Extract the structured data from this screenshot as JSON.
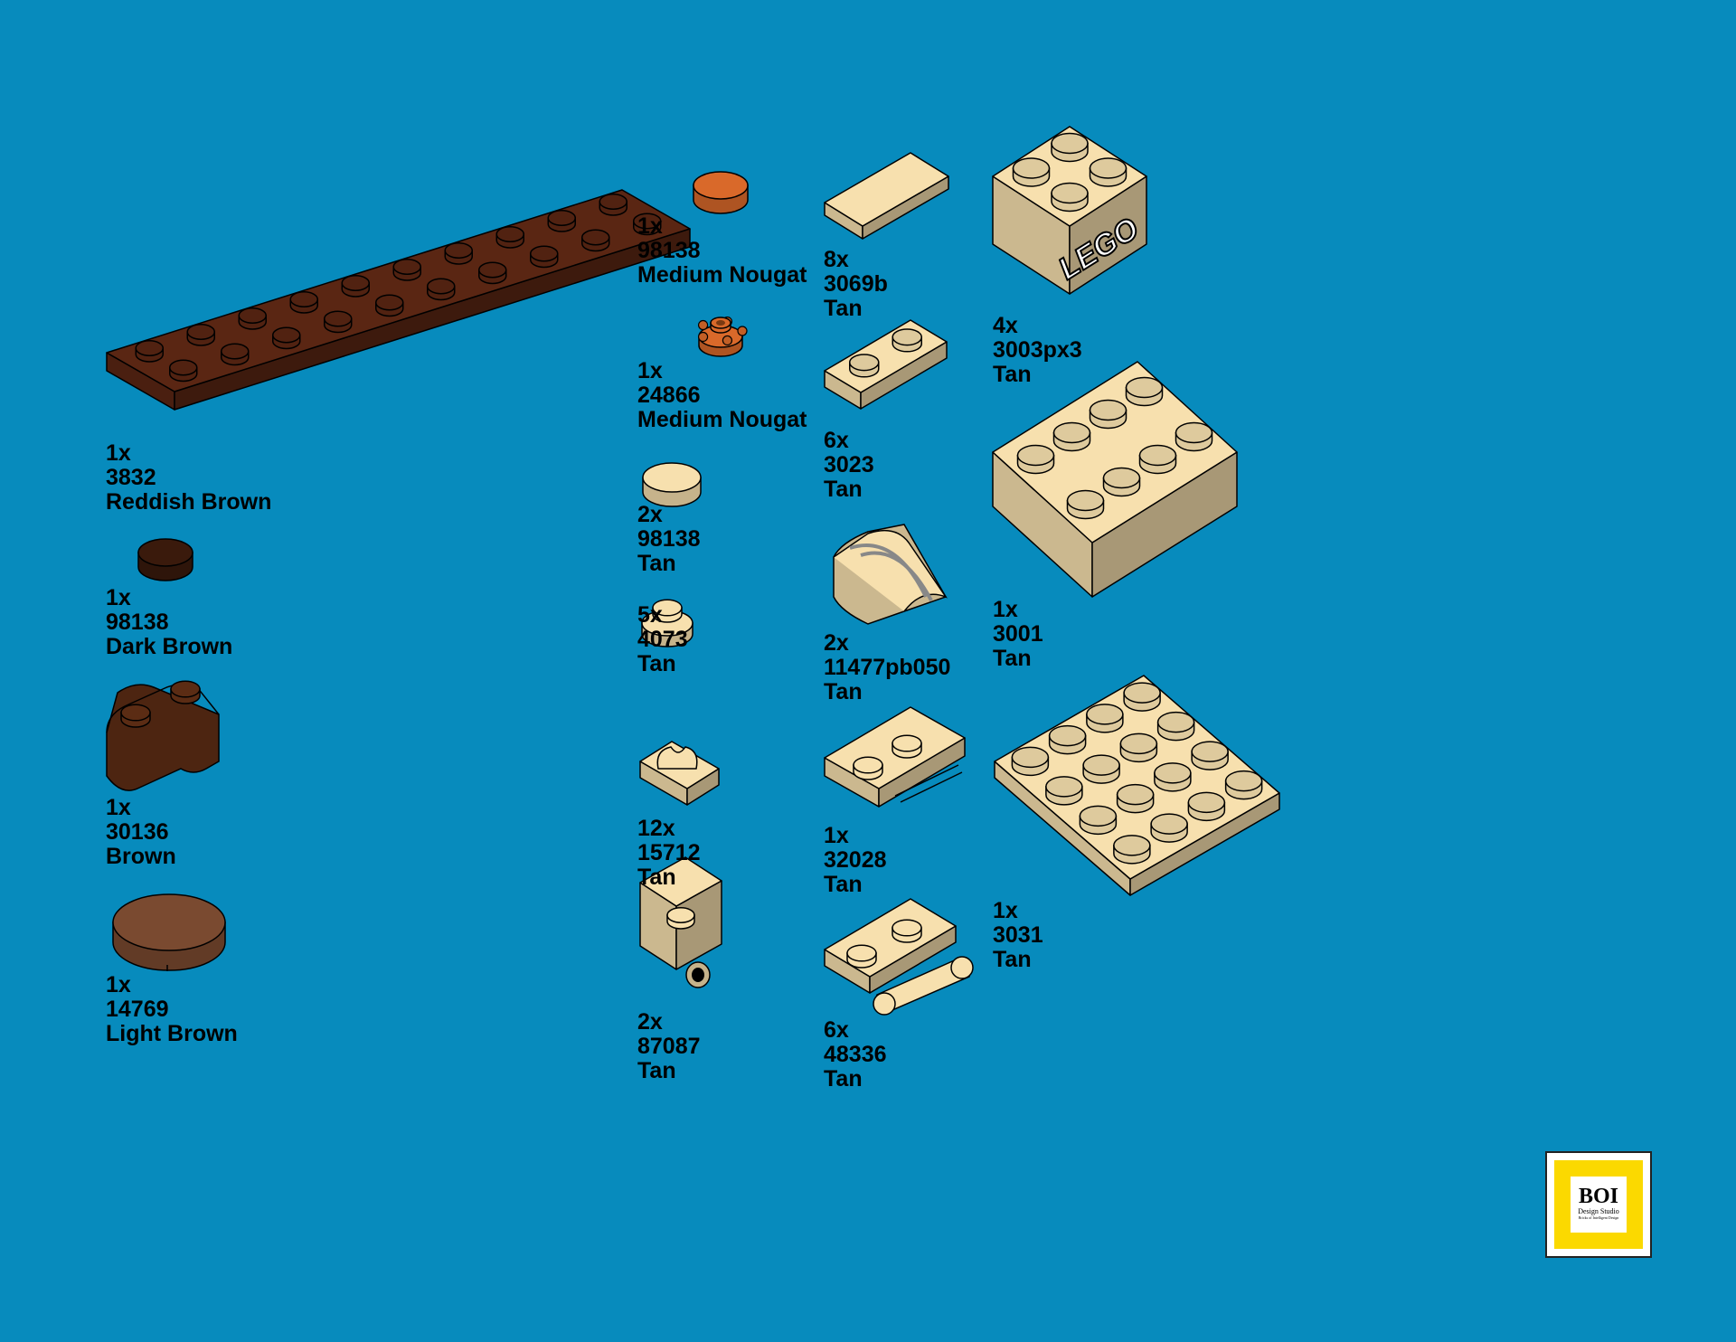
{
  "parts": [
    {
      "id": "p3832",
      "qty": "1x",
      "part": "3832",
      "color": "Reddish Brown",
      "swatch": "#5a2613",
      "icon": "plate-2x10-icon"
    },
    {
      "id": "p98138db",
      "qty": "1x",
      "part": "98138",
      "color": "Dark Brown",
      "swatch": "#3a1a0c",
      "icon": "round-tile-icon"
    },
    {
      "id": "p30136",
      "qty": "1x",
      "part": "30136",
      "color": "Brown",
      "swatch": "#5b2c14",
      "icon": "log-brick-icon"
    },
    {
      "id": "p14769",
      "qty": "1x",
      "part": "14769",
      "color": "Light Brown",
      "swatch": "#7a4a30",
      "icon": "round-tile-2x2-icon"
    },
    {
      "id": "p98138mn",
      "qty": "1x",
      "part": "98138",
      "color": "Medium Nougat",
      "swatch": "#d9692a",
      "icon": "round-tile-icon"
    },
    {
      "id": "p24866",
      "qty": "1x",
      "part": "24866",
      "color": "Medium Nougat",
      "swatch": "#d9692a",
      "icon": "flower-plate-icon"
    },
    {
      "id": "p98138tan",
      "qty": "2x",
      "part": "98138",
      "color": "Tan",
      "swatch": "#f7e0ae",
      "icon": "round-tile-icon"
    },
    {
      "id": "p4073",
      "qty": "5x",
      "part": "4073",
      "color": "Tan",
      "swatch": "#f7e0ae",
      "icon": "round-plate-icon"
    },
    {
      "id": "p15712",
      "qty": "12x",
      "part": "15712",
      "color": "Tan",
      "swatch": "#f7e0ae",
      "icon": "clip-tile-icon"
    },
    {
      "id": "p87087",
      "qty": "2x",
      "part": "87087",
      "color": "Tan",
      "swatch": "#f7e0ae",
      "icon": "brick-side-stud-icon"
    },
    {
      "id": "p3069b",
      "qty": "8x",
      "part": "3069b",
      "color": "Tan",
      "swatch": "#f7e0ae",
      "icon": "tile-1x2-icon"
    },
    {
      "id": "p3023",
      "qty": "6x",
      "part": "3023",
      "color": "Tan",
      "swatch": "#f7e0ae",
      "icon": "plate-1x2-icon"
    },
    {
      "id": "p11477pb050",
      "qty": "2x",
      "part": "11477pb050",
      "color": "Tan",
      "swatch": "#f7e0ae",
      "icon": "curved-slope-icon"
    },
    {
      "id": "p32028",
      "qty": "1x",
      "part": "32028",
      "color": "Tan",
      "swatch": "#f7e0ae",
      "icon": "door-rail-plate-icon"
    },
    {
      "id": "p48336",
      "qty": "6x",
      "part": "48336",
      "color": "Tan",
      "swatch": "#f7e0ae",
      "icon": "handle-plate-icon"
    },
    {
      "id": "p3003px3",
      "qty": "4x",
      "part": "3003px3",
      "color": "Tan",
      "swatch": "#f7e0ae",
      "icon": "brick-2x2-lego-icon"
    },
    {
      "id": "p3001",
      "qty": "1x",
      "part": "3001",
      "color": "Tan",
      "swatch": "#f7e0ae",
      "icon": "brick-2x4-icon"
    },
    {
      "id": "p3031",
      "qty": "1x",
      "part": "3031",
      "color": "Tan",
      "swatch": "#f7e0ae",
      "icon": "plate-4x4-icon"
    }
  ],
  "print_text": "LEGO",
  "logo": {
    "title": "BOI",
    "subtitle": "Design Studio",
    "tagline": "Bricks of Intelligent Design"
  },
  "colors": {
    "background": "#078bbd",
    "tan": "#f7e0ae",
    "outline": "#000000"
  }
}
